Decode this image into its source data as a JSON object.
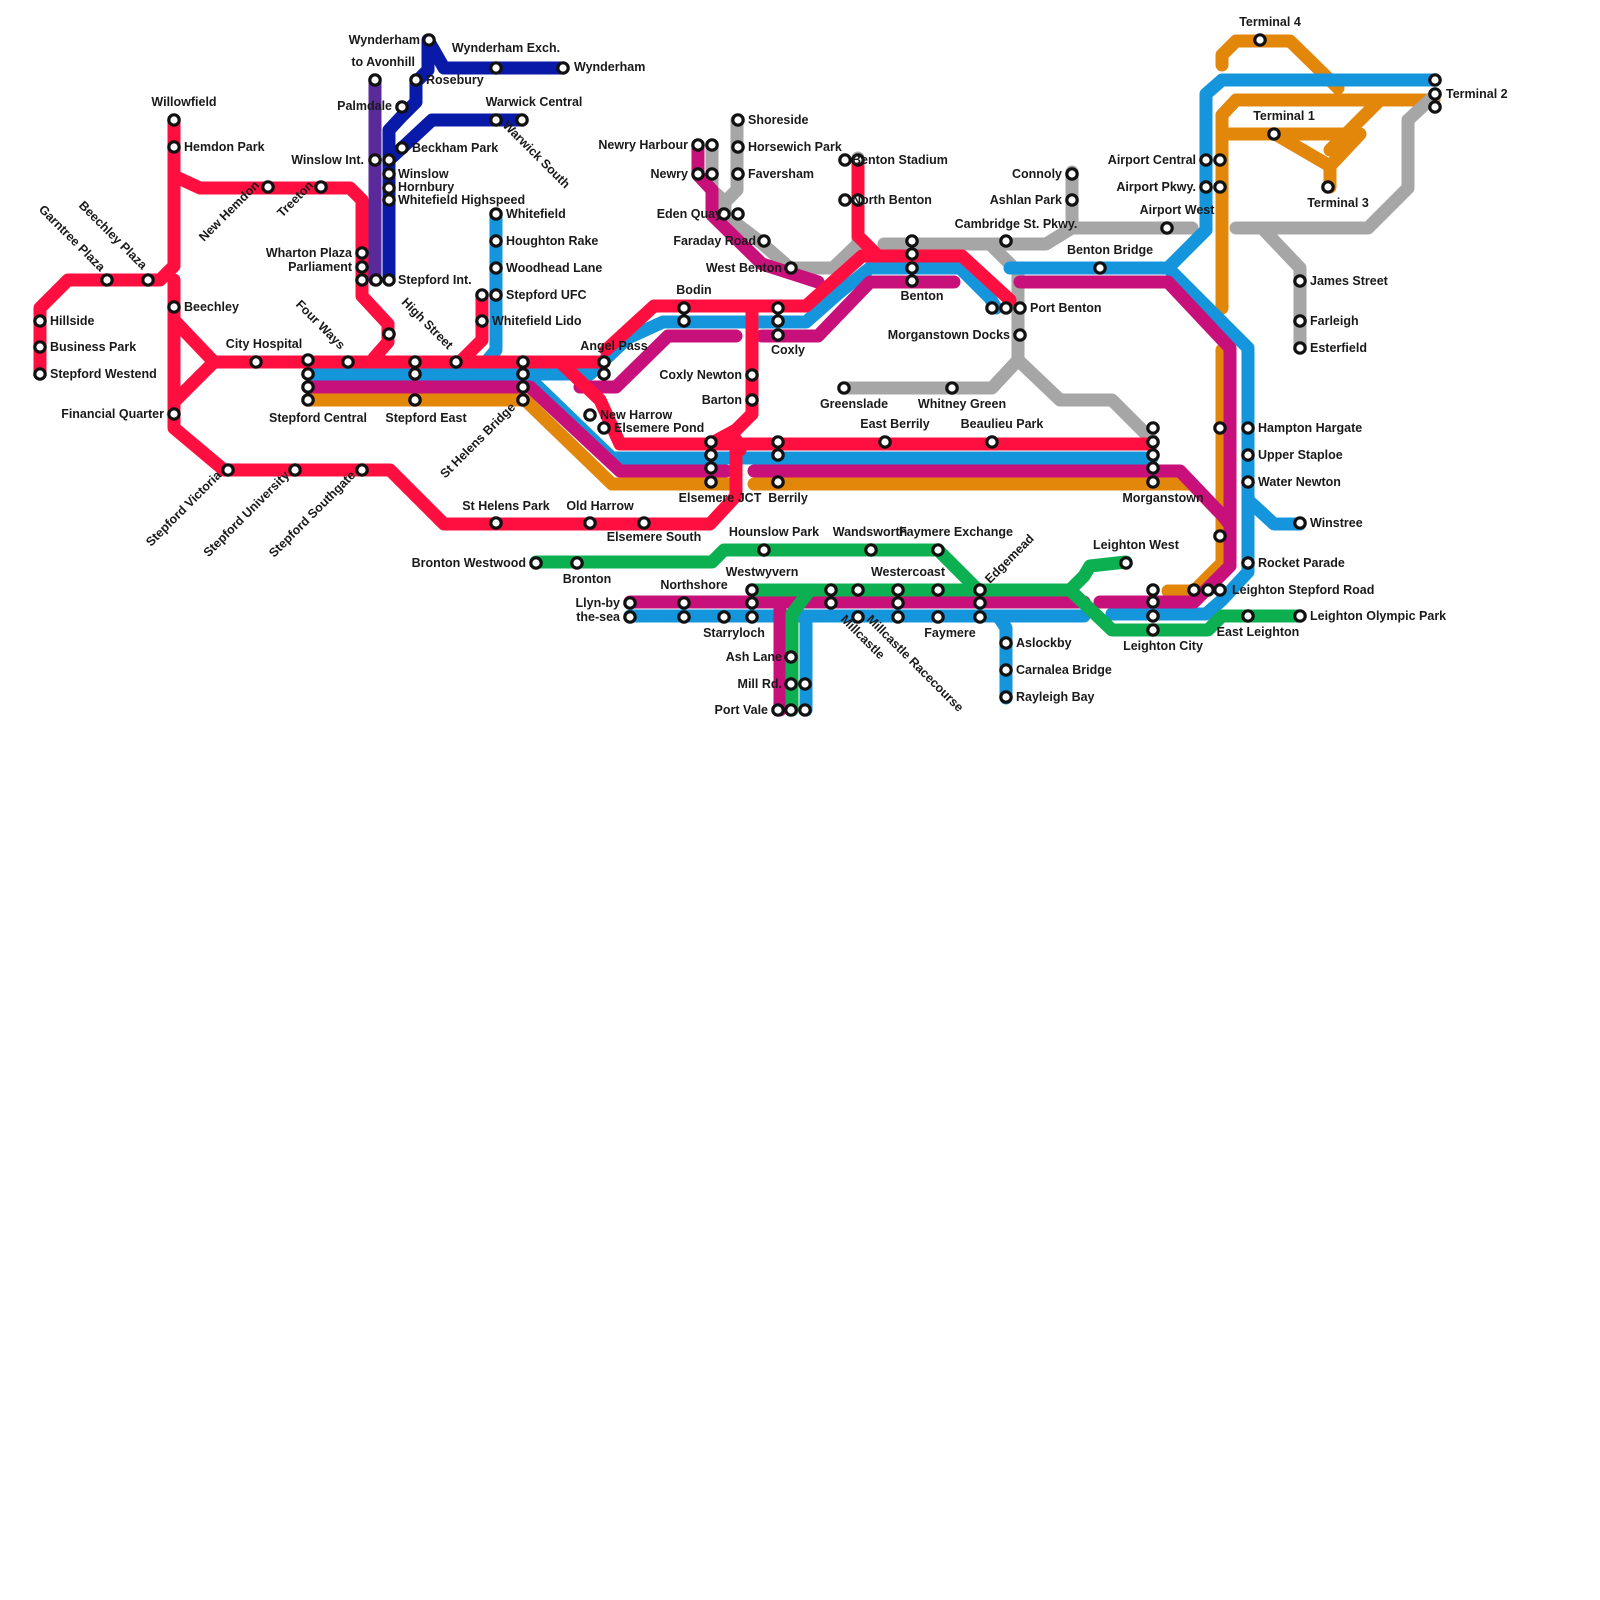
{
  "colors": {
    "red": "#ff0f3f",
    "blue": "#1595dc",
    "magenta": "#c8107a",
    "orange": "#e3870a",
    "gray": "#a6a6a6",
    "green": "#0cb050",
    "navy": "#0a1aa8",
    "purple": "#5a2a9a"
  },
  "stations": {
    "hillside": "Hillside",
    "business_park": "Business Park",
    "stepford_westend": "Stepford Westend",
    "garntree_plaza": "Garntree Plaza",
    "beechley_plaza": "Beechley Plaza",
    "willowfield": "Willowfield",
    "hemdon_park": "Hemdon Park",
    "beechley": "Beechley",
    "financial_quarter": "Financial Quarter",
    "new_hemdon": "New Hemdon",
    "treeton": "Treeton",
    "wharton_plaza": "Wharton Plaza",
    "parliament": "Parliament",
    "city_hospital": "City Hospital",
    "four_ways": "Four Ways",
    "stepford_central": "Stepford Central",
    "stepford_east": "Stepford East",
    "high_street": "High Street",
    "stepford_victoria": "Stepford Victoria",
    "stepford_university": "Stepford University",
    "stepford_southgate": "Stepford Southgate",
    "to_avonhill": "to Avonhill",
    "wynderham_n": "Wynderham",
    "wynderham_exch": "Wynderham Exch.",
    "wynderham_e": "Wynderham",
    "rosebury": "Rosebury",
    "palmdale": "Palmdale",
    "warwick_central": "Warwick Central",
    "beckham_park": "Beckham Park",
    "warwick_south": "Warwick South",
    "winslow_int": "Winslow Int.",
    "winslow": "Winslow",
    "hornbury": "Hornbury",
    "whitefield_highspeed": "Whitefield Highspeed",
    "stepford_int": "Stepford Int.",
    "whitefield": "Whitefield",
    "houghton_rake": "Houghton Rake",
    "woodhead_lane": "Woodhead Lane",
    "stepford_ufc": "Stepford UFC",
    "whitefield_lido": "Whitefield Lido",
    "st_helens_bridge": "St Helens Bridge",
    "angel_pass": "Angel Pass",
    "bodin": "Bodin",
    "new_harrow": "New Harrow",
    "elsemere_pond": "Elsemere Pond",
    "st_helens_park": "St Helens Park",
    "old_harrow": "Old Harrow",
    "elsemere_south": "Elsemere South",
    "elsemere_jct": "Elsemere JCT",
    "newry_harbour": "Newry Harbour",
    "newry": "Newry",
    "shoreside": "Shoreside",
    "horsewich_park": "Horsewich Park",
    "faversham": "Faversham",
    "eden_quay": "Eden Quay",
    "faraday_road": "Faraday Road",
    "west_benton": "West Benton",
    "coxly_newton": "Coxly Newton",
    "barton": "Barton",
    "coxly": "Coxly",
    "berrily": "Berrily",
    "benton_stadium": "Benton Stadium",
    "north_benton": "North Benton",
    "benton": "Benton",
    "cambridge_st_pkwy": "Cambridge St. Pkwy.",
    "connoly": "Connoly",
    "ashlan_park": "Ashlan Park",
    "port_benton": "Port Benton",
    "morganstown_docks": "Morganstown Docks",
    "greenslade": "Greenslade",
    "whitney_green": "Whitney Green",
    "east_berrily": "East Berrily",
    "beaulieu_park": "Beaulieu Park",
    "morganstown": "Morganstown",
    "benton_bridge": "Benton Bridge",
    "airport_west": "Airport West",
    "airport_central": "Airport Central",
    "airport_pkwy": "Airport Pkwy.",
    "terminal_4": "Terminal 4",
    "terminal_1": "Terminal 1",
    "terminal_2": "Terminal 2",
    "terminal_3": "Terminal 3",
    "james_street": "James Street",
    "farleigh": "Farleigh",
    "esterfield": "Esterfield",
    "hampton_hargate": "Hampton Hargate",
    "upper_staploe": "Upper Staploe",
    "water_newton": "Water Newton",
    "winstree": "Winstree",
    "rocket_parade": "Rocket Parade",
    "leighton_stepford_road": "Leighton Stepford Road",
    "leighton_olympic_park": "Leighton Olympic Park",
    "east_leighton": "East Leighton",
    "leighton_city": "Leighton City",
    "leighton_west": "Leighton West",
    "edgemead": "Edgemead",
    "faymere_exchange": "Faymere Exchange",
    "wandsworth": "Wandsworth",
    "westercoast": "Westercoast",
    "faymere": "Faymere",
    "hounslow_park": "Hounslow Park",
    "westwyvern": "Westwyvern",
    "millcastle": "Millcastle",
    "millcastle_racecourse": "Millcastle Racecourse",
    "bronton_westwood": "Bronton Westwood",
    "bronton": "Bronton",
    "northshore": "Northshore",
    "llyn_by": "Llyn-by",
    "the_sea": "the-sea",
    "starryloch": "Starryloch",
    "ash_lane": "Ash Lane",
    "mill_rd": "Mill Rd.",
    "port_vale": "Port Vale",
    "aslockby": "Aslockby",
    "carnalea_bridge": "Carnalea Bridge",
    "rayleigh_bay": "Rayleigh Bay"
  }
}
